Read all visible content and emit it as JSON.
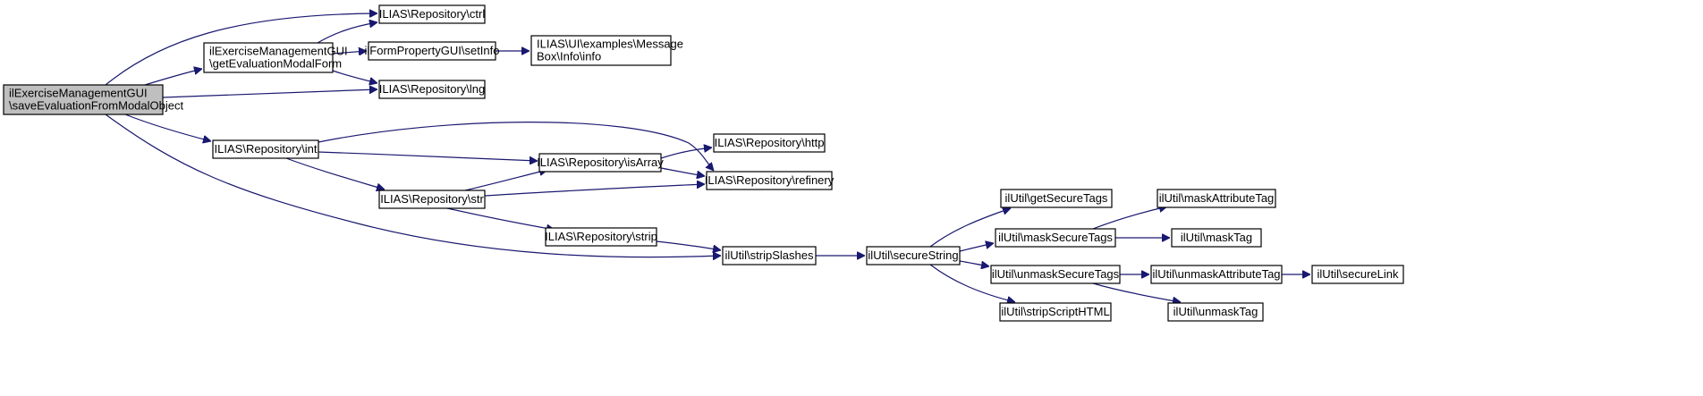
{
  "nodes": [
    {
      "id": "root",
      "lines": [
        "ilExerciseManagementGUI",
        "\\saveEvaluationFromModalObject"
      ],
      "highlight": true
    },
    {
      "id": "getEvalForm",
      "lines": [
        "ilExerciseManagementGUI",
        "\\getEvaluationModalForm"
      ]
    },
    {
      "id": "ctrl",
      "lines": [
        "ILIAS\\Repository\\ctrl"
      ]
    },
    {
      "id": "setInfo",
      "lines": [
        "ilFormPropertyGUI\\setInfo"
      ]
    },
    {
      "id": "msgInfo",
      "lines": [
        "ILIAS\\UI\\examples\\Message",
        "Box\\Info\\info"
      ]
    },
    {
      "id": "lng",
      "lines": [
        "ILIAS\\Repository\\lng"
      ]
    },
    {
      "id": "int",
      "lines": [
        "ILIAS\\Repository\\int"
      ]
    },
    {
      "id": "http",
      "lines": [
        "ILIAS\\Repository\\http"
      ]
    },
    {
      "id": "isArray",
      "lines": [
        "ILIAS\\Repository\\isArray"
      ]
    },
    {
      "id": "refinery",
      "lines": [
        "ILIAS\\Repository\\refinery"
      ]
    },
    {
      "id": "str",
      "lines": [
        "ILIAS\\Repository\\str"
      ]
    },
    {
      "id": "strip",
      "lines": [
        "ILIAS\\Repository\\strip"
      ]
    },
    {
      "id": "stripSlashes",
      "lines": [
        "ilUtil\\stripSlashes"
      ]
    },
    {
      "id": "secureString",
      "lines": [
        "ilUtil\\secureString"
      ]
    },
    {
      "id": "getSecureTags",
      "lines": [
        "ilUtil\\getSecureTags"
      ]
    },
    {
      "id": "maskSecureTags",
      "lines": [
        "ilUtil\\maskSecureTags"
      ]
    },
    {
      "id": "maskAttributeTag",
      "lines": [
        "ilUtil\\maskAttributeTag"
      ]
    },
    {
      "id": "maskTag",
      "lines": [
        "ilUtil\\maskTag"
      ]
    },
    {
      "id": "unmaskSecureTags",
      "lines": [
        "ilUtil\\unmaskSecureTags"
      ]
    },
    {
      "id": "unmaskAttributeTag",
      "lines": [
        "ilUtil\\unmaskAttributeTag"
      ]
    },
    {
      "id": "secureLink",
      "lines": [
        "ilUtil\\secureLink"
      ]
    },
    {
      "id": "unmaskTag",
      "lines": [
        "ilUtil\\unmaskTag"
      ]
    },
    {
      "id": "stripScriptHTML",
      "lines": [
        "ilUtil\\stripScriptHTML"
      ]
    }
  ],
  "edges": [
    {
      "from": "root",
      "to": "ctrl"
    },
    {
      "from": "root",
      "to": "getEvalForm"
    },
    {
      "from": "root",
      "to": "lng"
    },
    {
      "from": "root",
      "to": "int"
    },
    {
      "from": "root",
      "to": "stripSlashes"
    },
    {
      "from": "getEvalForm",
      "to": "ctrl"
    },
    {
      "from": "getEvalForm",
      "to": "setInfo"
    },
    {
      "from": "getEvalForm",
      "to": "lng"
    },
    {
      "from": "setInfo",
      "to": "msgInfo"
    },
    {
      "from": "int",
      "to": "refinery"
    },
    {
      "from": "int",
      "to": "isArray"
    },
    {
      "from": "int",
      "to": "str"
    },
    {
      "from": "isArray",
      "to": "http"
    },
    {
      "from": "isArray",
      "to": "refinery"
    },
    {
      "from": "str",
      "to": "isArray"
    },
    {
      "from": "str",
      "to": "refinery"
    },
    {
      "from": "str",
      "to": "strip"
    },
    {
      "from": "strip",
      "to": "stripSlashes"
    },
    {
      "from": "stripSlashes",
      "to": "secureString"
    },
    {
      "from": "secureString",
      "to": "getSecureTags"
    },
    {
      "from": "secureString",
      "to": "maskSecureTags"
    },
    {
      "from": "secureString",
      "to": "unmaskSecureTags"
    },
    {
      "from": "secureString",
      "to": "stripScriptHTML"
    },
    {
      "from": "maskSecureTags",
      "to": "maskAttributeTag"
    },
    {
      "from": "maskSecureTags",
      "to": "maskTag"
    },
    {
      "from": "unmaskSecureTags",
      "to": "unmaskAttributeTag"
    },
    {
      "from": "unmaskSecureTags",
      "to": "unmaskTag"
    },
    {
      "from": "unmaskAttributeTag",
      "to": "secureLink"
    }
  ],
  "colors": {
    "edge": "#191970",
    "root_fill": "#bfbfbf",
    "node_fill": "#ffffff",
    "border": "#000000"
  }
}
